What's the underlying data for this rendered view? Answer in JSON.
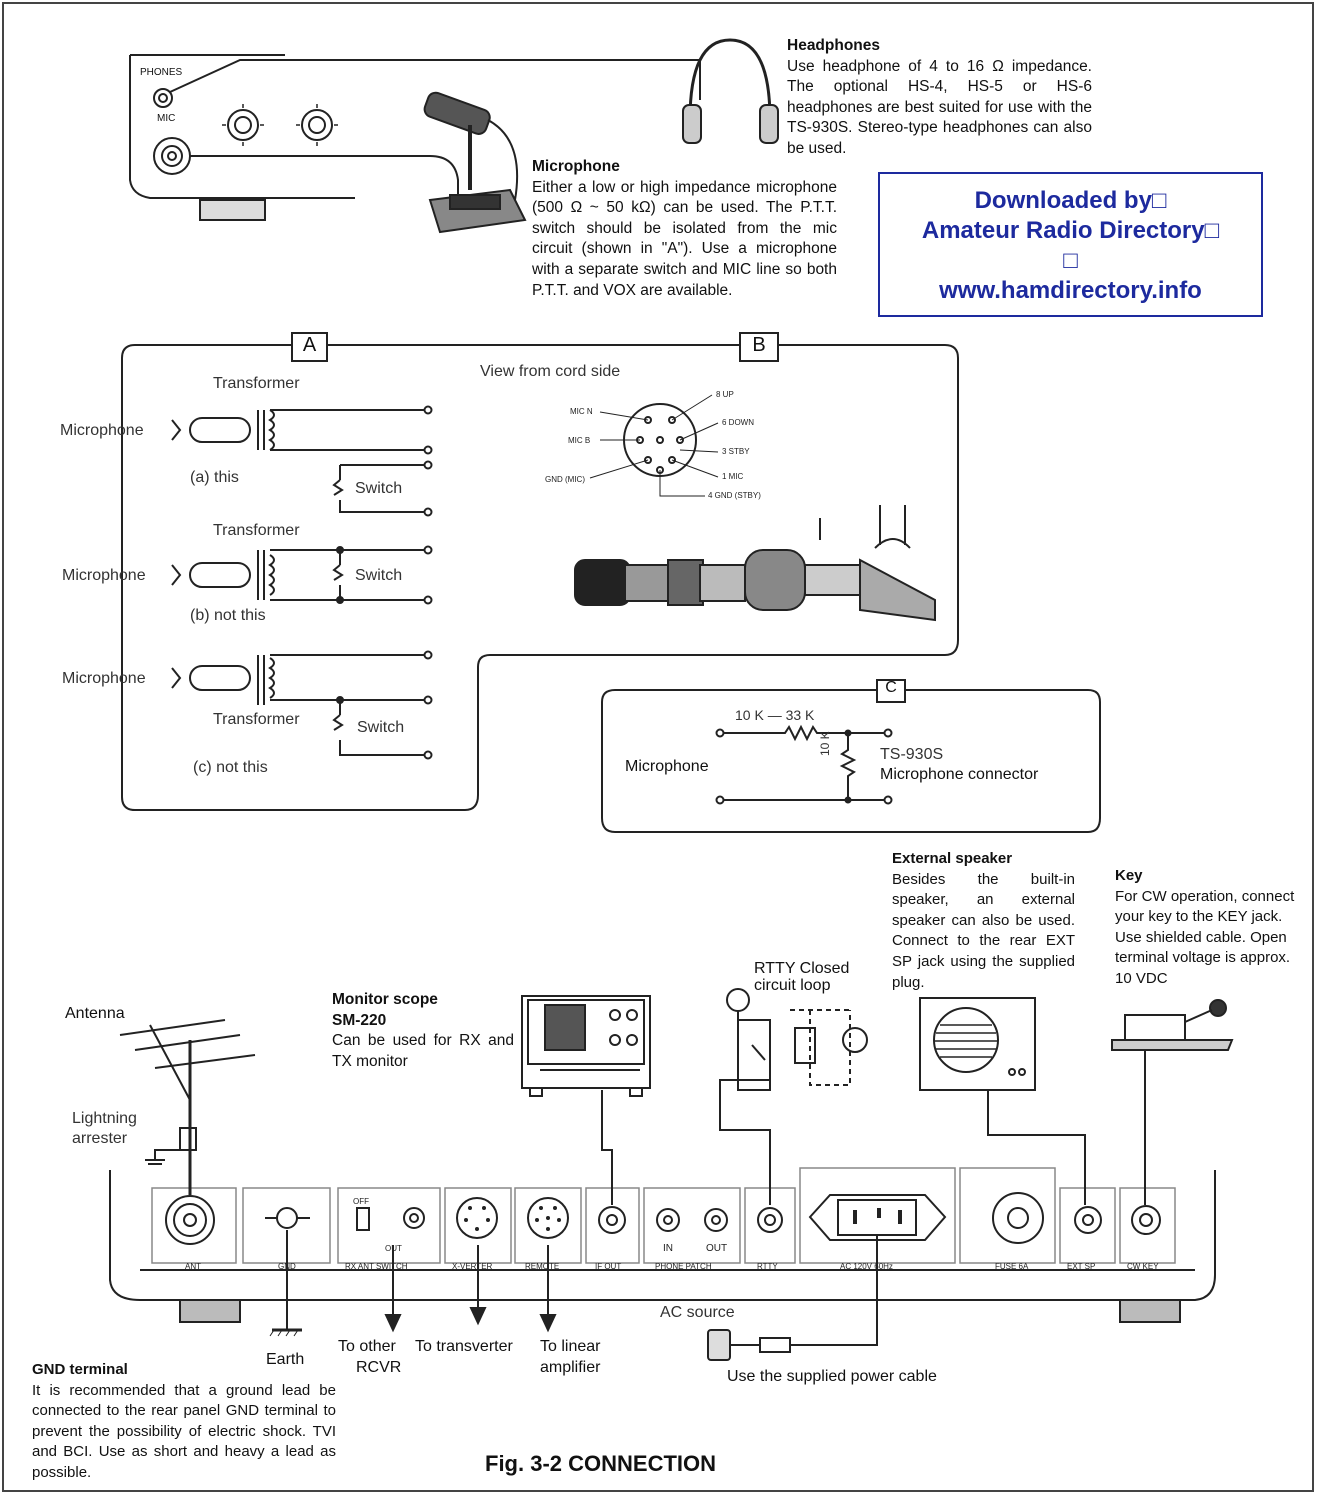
{
  "headphones": {
    "title": "Headphones",
    "body": "Use headphone of 4 to 16 Ω impedance. The optional HS-4, HS-5 or HS-6 headphones are best suited for use with the TS-930S. Stereo-type headphones can also be used."
  },
  "microphone": {
    "title": "Microphone",
    "body": "Either a low or high impedance microphone (500 Ω ~ 50 kΩ) can be used. The P.T.T. switch should be isolated from the mic circuit (shown in \"A\"). Use a microphone with a separate switch and MIC line so both P.T.T. and VOX are available."
  },
  "watermark": {
    "line1": "Downloaded by□",
    "line2": "Amateur Radio Directory□",
    "line3": "□",
    "line4": "www.hamdirectory.info"
  },
  "panel_labels": {
    "phones": "PHONES",
    "mic": "MIC"
  },
  "box_a": {
    "tag": "A",
    "transformer": "Transformer",
    "microphone": "Microphone",
    "switch": "Switch",
    "case_a": "(a) this",
    "case_b": "(b) not this",
    "case_c": "(c) not this"
  },
  "box_b": {
    "tag": "B",
    "view": "View from cord side",
    "pins": [
      "MIC N",
      "MIC B",
      "GND (MIC)",
      "8 UP",
      "6 DOWN",
      "3 STBY",
      "1 MIC",
      "4 GND (STBY)"
    ]
  },
  "box_c": {
    "tag": "C",
    "resistor": "10 K — 33 K",
    "shunt": "10 K",
    "microphone": "Microphone",
    "ts": "TS-930S",
    "connector": "Microphone connector"
  },
  "external_speaker": {
    "title": "External speaker",
    "body": "Besides the built-in speaker, an external speaker can also be used. Connect to the rear EXT SP jack using the supplied plug."
  },
  "key": {
    "title": "Key",
    "body": "For CW operation, connect your key to the KEY jack. Use shielded cable. Open terminal voltage is approx. 10 VDC"
  },
  "monitor": {
    "title1": "Monitor scope",
    "title2": "SM-220",
    "body": "Can be used for RX and TX monitor"
  },
  "rtty": {
    "line1": "RTTY Closed",
    "line2": "circuit loop"
  },
  "antenna": "Antenna",
  "lightning": {
    "line1": "Lightning",
    "line2": "arrester"
  },
  "rear_panel": {
    "labels": [
      "ANT",
      "GND",
      "RX ANT SWITCH",
      "X-VERTER",
      "REMOTE",
      "IF OUT",
      "PHONE PATCH",
      "RTTY",
      "AC 120V 60Hz",
      "FUSE 6A",
      "EXT SP",
      "CW KEY"
    ],
    "off": "OFF",
    "out": "OUT",
    "in": "IN",
    "out2": "OUT"
  },
  "ac_source": "AC source",
  "power_cable": "Use the supplied power cable",
  "earth": "Earth",
  "to_other": {
    "line1": "To other",
    "line2": "RCVR"
  },
  "to_transverter": "To transverter",
  "to_linear": {
    "line1": "To linear",
    "line2": "amplifier"
  },
  "gnd": {
    "title": "GND terminal",
    "body": "It is recommended that a ground lead be connected to the rear panel GND terminal to prevent the possibility of electric shock. TVI and BCI. Use as short and heavy a lead as possible."
  },
  "caption": "Fig. 3-2 CONNECTION"
}
